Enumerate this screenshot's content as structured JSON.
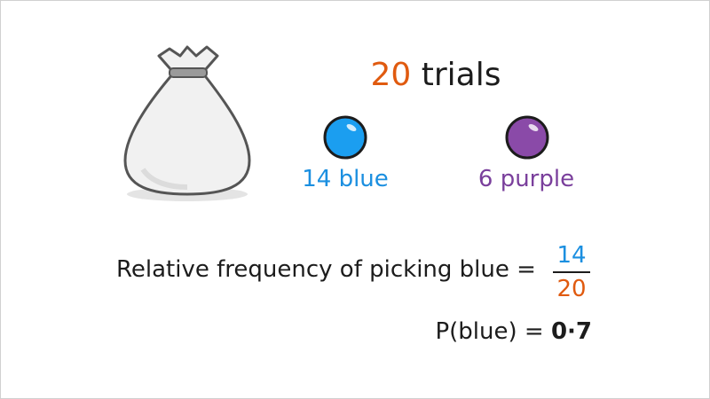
{
  "trials": {
    "count": "20",
    "label": "trials"
  },
  "balls": {
    "blue": {
      "label": "14 blue",
      "color": "#1b8fe0"
    },
    "purple": {
      "label": "6 purple",
      "color": "#7a3f9c"
    }
  },
  "relative_frequency": {
    "label": "Relative frequency of picking blue =",
    "numerator": "14",
    "denominator": "20"
  },
  "probability": {
    "label": "P(blue) =",
    "value": "0·7"
  },
  "colors": {
    "accent_orange": "#e05a0f",
    "text": "#1c1c1c"
  },
  "icons": [
    "bag-icon",
    "blue-ball-icon",
    "purple-ball-icon"
  ]
}
